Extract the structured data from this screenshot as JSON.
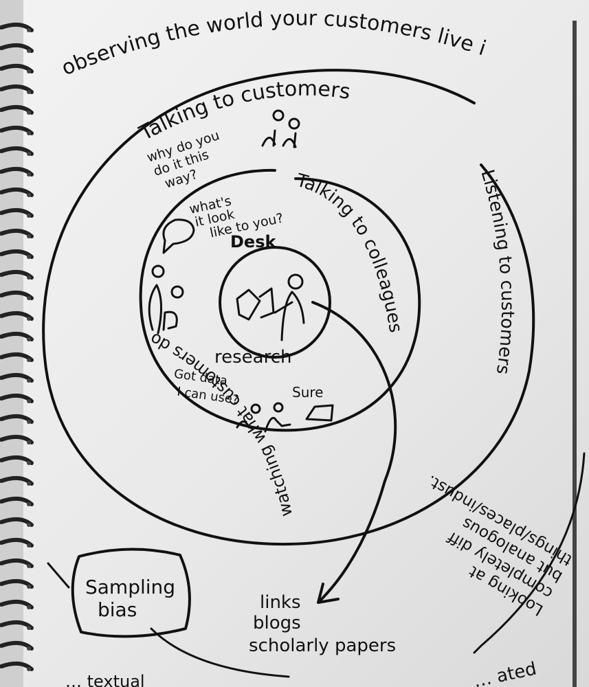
{
  "labels": {
    "outer_top": "observing the world your customers live in",
    "outer_arc": "Talking to customers",
    "outer_right": "Listening to customers",
    "outer_left_bottom": "watching what customers do",
    "looking_line1": "Looking at",
    "looking_line2": "completely diff",
    "looking_line3": "but analogous",
    "looking_line4": "things/places/indust.",
    "why_line1": "why do you",
    "why_line2": "do it this",
    "why_line3": "way?",
    "talking_colleagues": "Talking to colleagues",
    "whats_line1": "what's",
    "whats_line2": "it look",
    "whats_line3": "like to you?",
    "desk": "Desk",
    "research": "research",
    "got_line1": "Got data",
    "got_line2": "I can use?",
    "sure": "Sure",
    "sampling_line1": "Sampling",
    "sampling_line2": "bias",
    "links": "links",
    "blogs": "blogs",
    "papers": "scholarly papers",
    "bottom_left": "… textual",
    "bottom_right": "… ated"
  },
  "colors": {
    "ink": "#111111",
    "paper": "#eeeeee"
  }
}
